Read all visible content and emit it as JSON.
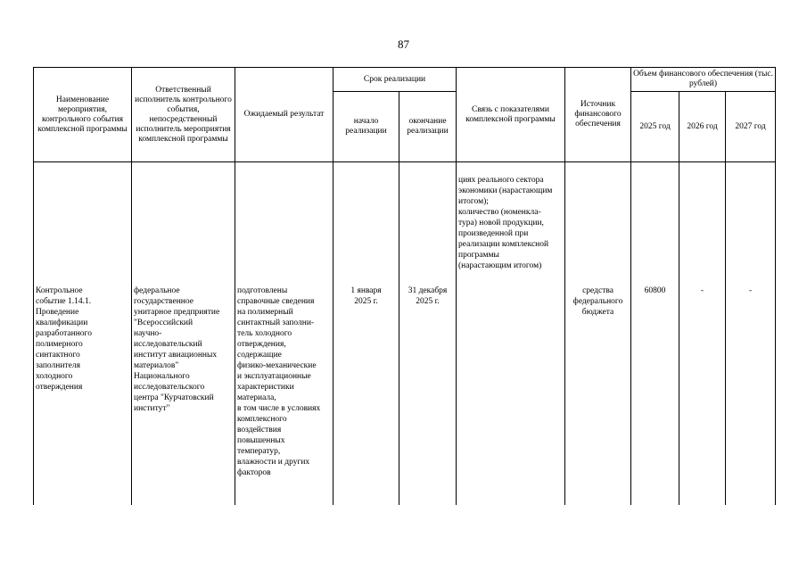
{
  "page_number": "87",
  "table": {
    "headers": {
      "name": "Наименование мероприятия, контрольного события комплексной программы",
      "executor": "Ответственный исполнитель контрольного события, непосредственный исполнитель мероприятия комплексной программы",
      "result": "Ожидаемый результат",
      "period": "Срок реализации",
      "period_start": "начало реализации",
      "period_end": "окончание реализации",
      "link": "Связь с показателями комплексной программы",
      "source": "Источник финансового обеспечения",
      "volume": "Объем финансового обеспечения (тыс. рублей)",
      "year_2025": "2025 год",
      "year_2026": "2026 год",
      "year_2027": "2027 год"
    },
    "continuation": {
      "link_text": "циях реального сектора\nэкономики (нарастающим\nитогом);\nколичество (номенкла-\nтура) новой продукции,\nпроизведенной при\nреализации комплексной\nпрограммы\n(нарастающим итогом)"
    },
    "row": {
      "name": "Контрольное\nсобытие 1.14.1.\nПроведение\nквалификации\nразработанного\nполимерного\nсинтактного\nзаполнителя\nхолодного\nотверждения",
      "executor": "федеральное\nгосударственное\nунитарное предприятие\n\"Всероссийский\nнаучно-\nисследовательский\nинститут авиационных\nматериалов\"\nНационального\nисследовательского\nцентра \"Курчатовский\nинститут\"",
      "result": "подготовлены\nсправочные сведения\nна полимерный\nсинтактный заполни-\nтель холодного\nотверждения,\nсодержащие\nфизико-механические\nи эксплуатационные\nхарактеристики\nматериала,\nв том числе в условиях\nкомплексного\nвоздействия\nповышенных\nтемператур,\nвлажности и других\nфакторов",
      "start": "1 января\n2025 г.",
      "end": "31 декабря\n2025 г.",
      "link": "",
      "source": "средства\nфедерального\nбюджета",
      "v2025": "60800",
      "v2026": "-",
      "v2027": "-"
    }
  }
}
